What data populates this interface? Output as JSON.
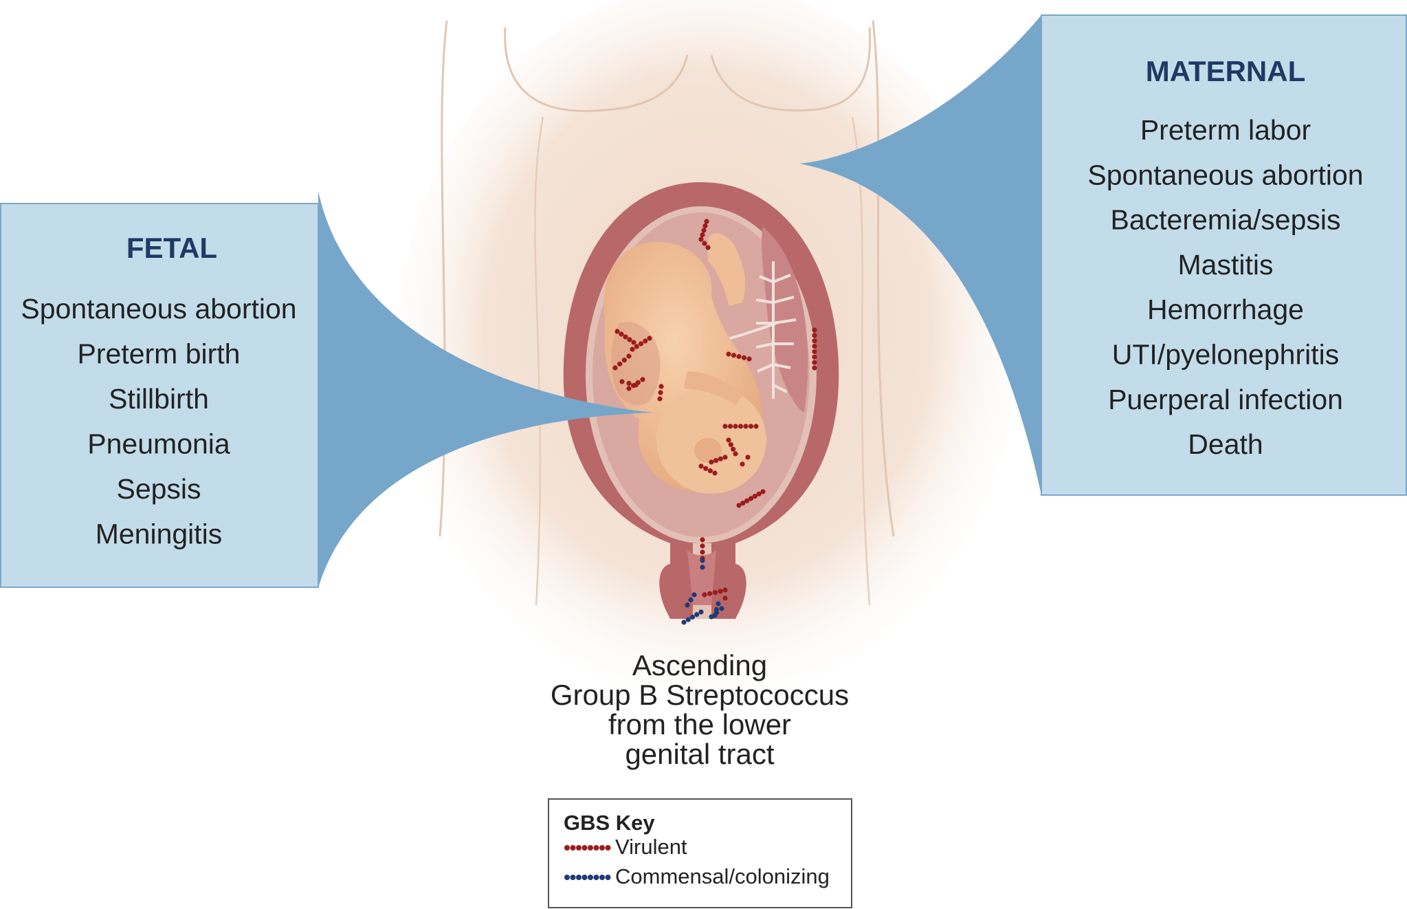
{
  "fetal": {
    "title": "FETAL",
    "items": [
      "Spontaneous abortion",
      "Preterm birth",
      "Stillbirth",
      "Pneumonia",
      "Sepsis",
      "Meningitis"
    ]
  },
  "maternal": {
    "title": "MATERNAL",
    "items": [
      "Preterm labor",
      "Spontaneous abortion",
      "Bacteremia/sepsis",
      "Mastitis",
      "Hemorrhage",
      "UTI/pyelonephritis",
      "Puerperal infection",
      "Death"
    ]
  },
  "caption": {
    "lines": [
      "Ascending",
      "Group B Streptococcus",
      "from the lower",
      "genital tract"
    ]
  },
  "key": {
    "title": "GBS Key",
    "entries": [
      {
        "label": "Virulent",
        "color": "#9b1c1c"
      },
      {
        "label": "Commensal/colonizing",
        "color": "#1f3a78"
      }
    ]
  },
  "colors": {
    "panel_fill": "#c3dcea",
    "panel_border": "#7ba7c9",
    "callout": "#77a6cb",
    "uterus": "#b86868",
    "amniotic": "#e8d1c4",
    "fetus": "#f1c199",
    "skin": "#f2dccb"
  }
}
